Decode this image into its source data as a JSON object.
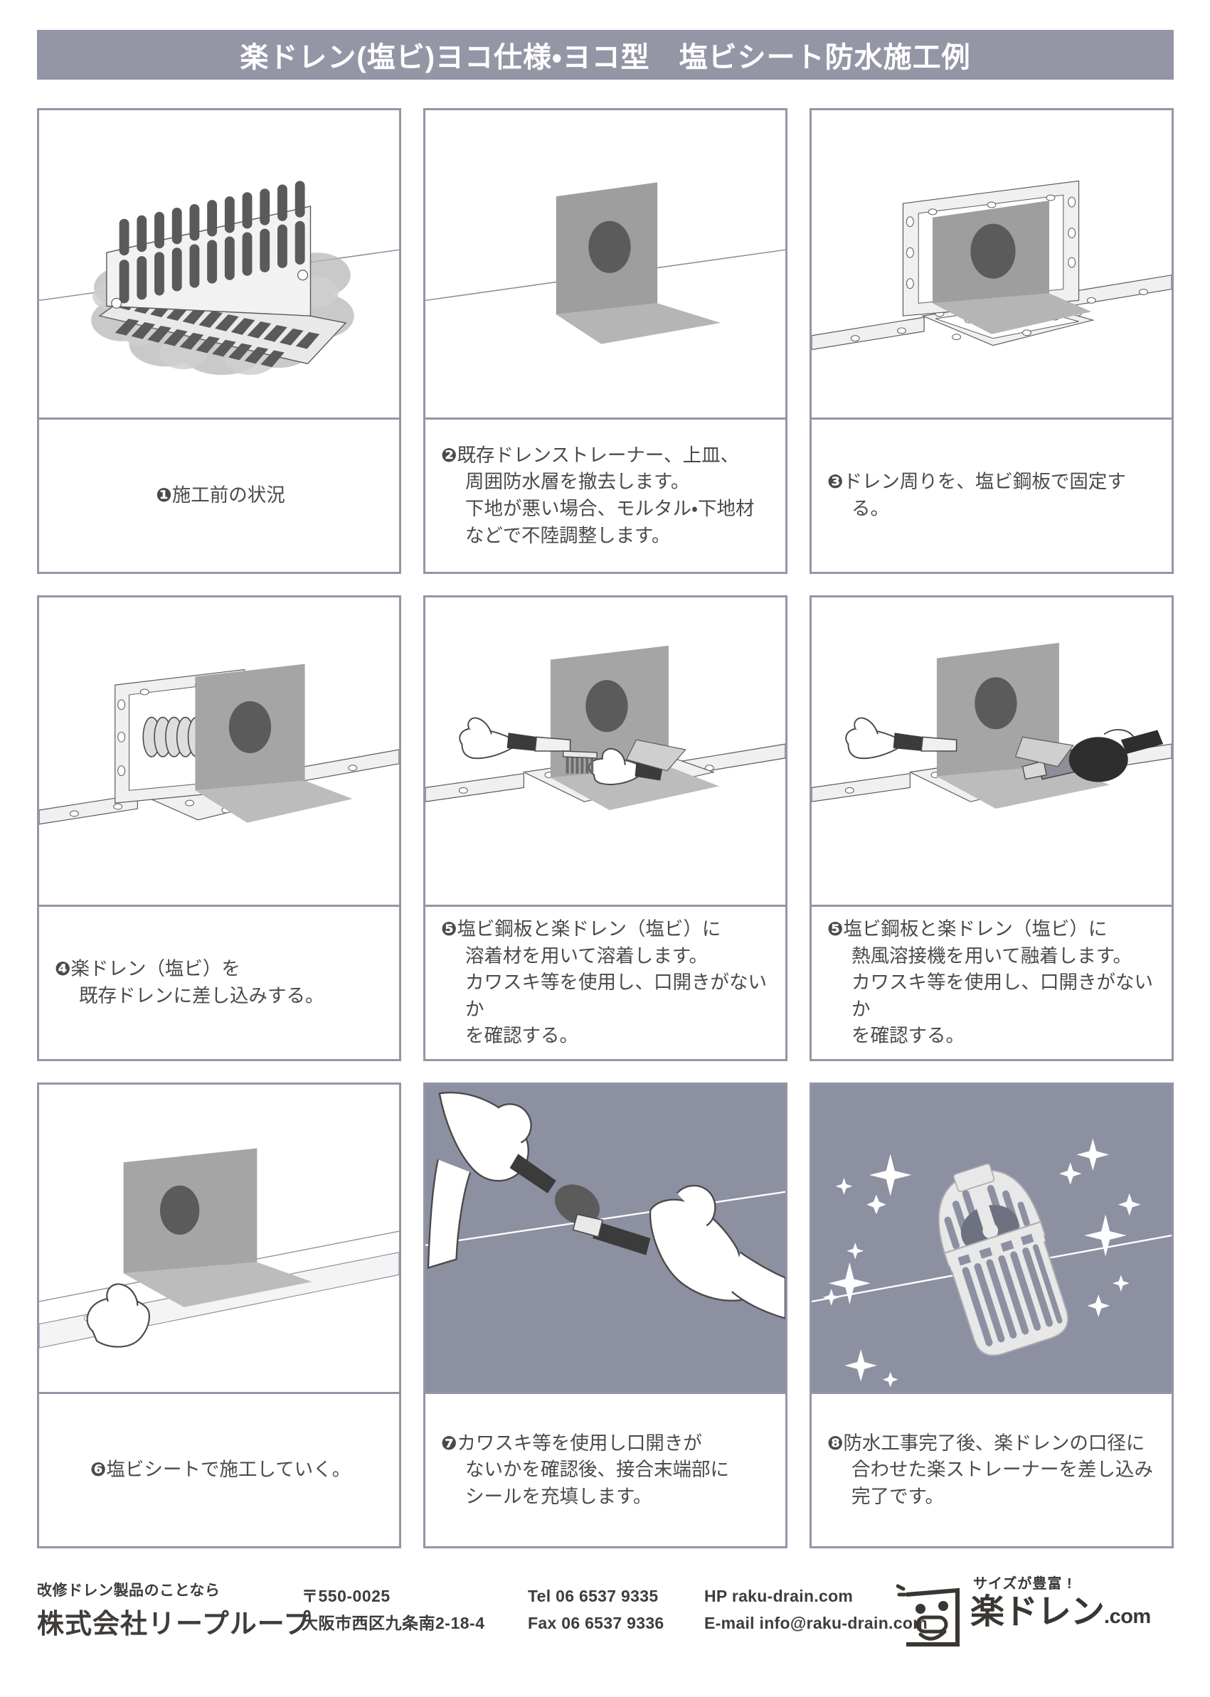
{
  "header": {
    "title": "楽ドレン(塩ビ)ヨコ仕様・ヨコ型　塩ビシート防水施工例",
    "bg_color": "#9496a6",
    "text_color": "#ffffff"
  },
  "theme": {
    "border_color": "#9496a6",
    "text_color": "#4a4a4a",
    "shaded_panel_bg": "#8d90a1",
    "footer_text_color": "#3f3c3a"
  },
  "steps": [
    {
      "number": "❶",
      "caption": "施工前の状況",
      "align": "center",
      "art": "existing-drain-grate",
      "art_bg": "white"
    },
    {
      "number": "❷",
      "caption": "既存ドレンストレーナー、上皿、\n周囲防水層を撤去します。\n下地が悪い場合、モルタル・下地材\nなどで不陸調整します。",
      "align": "left",
      "art": "removed-drain-opening",
      "art_bg": "white"
    },
    {
      "number": "❸",
      "caption": "ドレン周りを、塩ビ鋼板で固定する。",
      "align": "left",
      "art": "pvc-steel-plate-fixing",
      "art_bg": "white"
    },
    {
      "number": "❹",
      "caption": "楽ドレン（塩ビ）を\n既存ドレンに差し込みする。",
      "align": "left",
      "art": "insert-raku-drain",
      "art_bg": "white"
    },
    {
      "number": "❺",
      "caption": "塩ビ鋼板と楽ドレン（塩ビ）に\n溶着材を用いて溶着します。\nカワスキ等を使用し、口開きがないか\nを確認する。",
      "align": "left",
      "art": "solvent-welding-brush",
      "art_bg": "white"
    },
    {
      "number": "❺",
      "caption": "塩ビ鋼板と楽ドレン（塩ビ）に\n熱風溶接機を用いて融着します。\nカワスキ等を使用し、口開きがないか\nを確認する。",
      "align": "left",
      "art": "hot-air-welder",
      "art_bg": "white"
    },
    {
      "number": "❻",
      "caption": "塩ビシートで施工していく。",
      "align": "center",
      "art": "laying-pvc-sheet",
      "art_bg": "white"
    },
    {
      "number": "❼",
      "caption": "カワスキ等を使用し口開きが\nないかを確認後、接合末端部に\nシールを充填します。",
      "align": "left",
      "art": "sealant-filling",
      "art_bg": "shaded"
    },
    {
      "number": "❽",
      "caption": "防水工事完了後、楽ドレンの口径に\n合わせた楽ストレーナーを差し込み\n完了です。",
      "align": "left",
      "art": "finished-strainer",
      "art_bg": "shaded"
    }
  ],
  "footer": {
    "lead": "改修ドレン製品のことなら",
    "company": "株式会社リープループ",
    "postal": "〒550-0025",
    "address": "大阪市西区九条南2-18-4",
    "tel_label": "Tel 06 6537 9335",
    "fax_label": "Fax 06 6537 9336",
    "hp_label": "HP raku-drain.com",
    "email_label": "E-mail info@raku-drain.com",
    "logo_tagline": "サイズが豊富 !",
    "logo_name": "楽ドレン",
    "logo_suffix": ".com"
  }
}
